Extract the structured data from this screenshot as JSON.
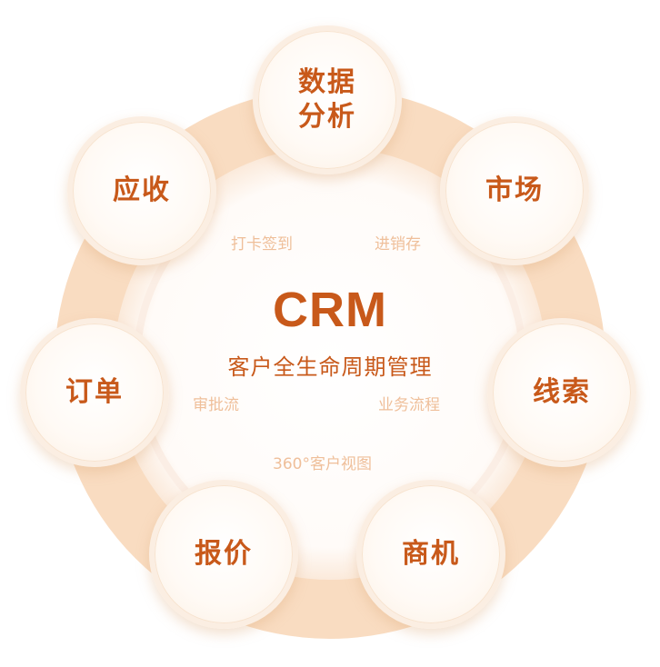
{
  "center": {
    "title": "CRM",
    "subtitle": "客户全生命周期管理"
  },
  "features": {
    "checkin": "打卡签到",
    "inventory": "进销存",
    "approval": "审批流",
    "business_process": "业务流程",
    "customer_view": "360°客户视图"
  },
  "modules": {
    "data_analysis": "数据\n分析",
    "market": "市场",
    "leads": "线索",
    "opportunity": "商机",
    "quote": "报价",
    "order": "订单",
    "receivable": "应收"
  },
  "colors": {
    "accent": "#c8591a",
    "ring": "#f9dcc1",
    "feature_text": "#efbf9a"
  }
}
